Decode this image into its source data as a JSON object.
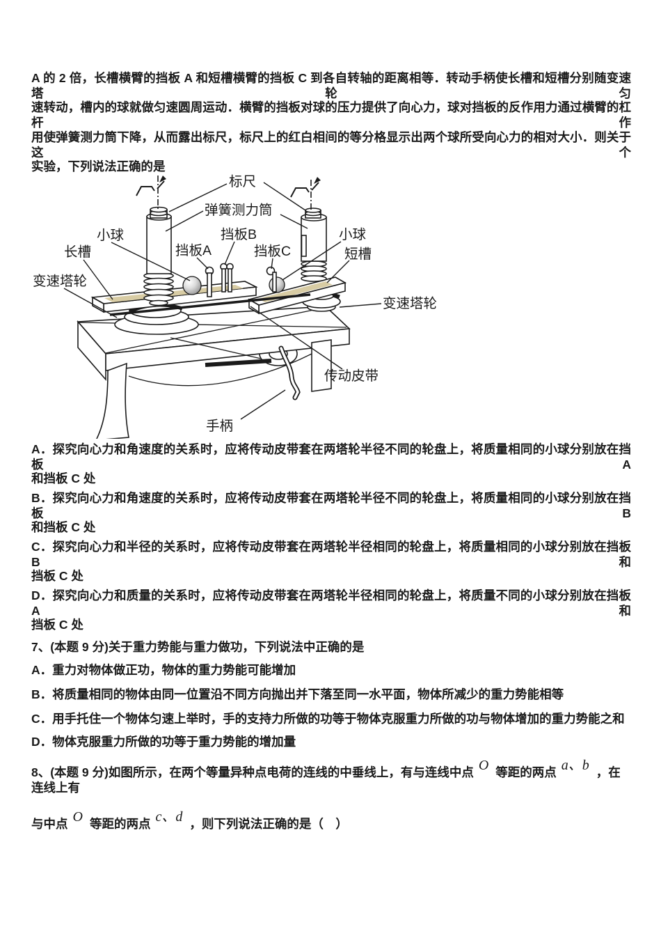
{
  "colors": {
    "ink": "#1a1a1a",
    "groove_stripe": "#d8cca4",
    "paper": "#ffffff"
  },
  "question6": {
    "intro_lines": [
      "A 的 2 倍，长槽横臂的挡板 A 和短槽横臂的挡板 C 到各自转轴的距离相等．转动手柄使长槽和短槽分别随变速塔轮匀",
      "速转动，槽内的球就做匀速圆周运动．横臂的挡板对球的压力提供了向心力，球对挡板的反作用力通过横臂的杠杆作",
      "用使弹簧测力筒下降，从而露出标尺，标尺上的红白相间的等分格显示出两个球所受向心力的相对大小．则关于这个",
      "实验，下列说法正确的是"
    ],
    "options": [
      {
        "first_line": "A．探究向心力和角速度的关系时，应将传动皮带套在两塔轮半径不同的轮盘上，将质量相同的小球分别放在挡板 A",
        "second_line": "和挡板 C 处"
      },
      {
        "first_line": "B．探究向心力和角速度的关系时，应将传动皮带套在两塔轮半径不同的轮盘上，将质量相同的小球分别放在挡板 B",
        "second_line": "和挡板 C 处"
      },
      {
        "first_line": "C．探究向心力和半径的关系时，应将传动皮带套在两塔轮半径相同的轮盘上，将质量相同的小球分别放在挡板 B 和",
        "second_line": "挡板 C 处"
      },
      {
        "first_line": "D．探究向心力和质量的关系时，应将传动皮带套在两塔轮半径相同的轮盘上，将质量不同的小球分别放在挡板 A 和",
        "second_line": "挡板 C 处"
      }
    ]
  },
  "diagram_labels": {
    "ruler": "标尺",
    "spring_tube": "弹簧测力筒",
    "ball_left": "小球",
    "ball_right": "小球",
    "baffle_a": "挡板A",
    "baffle_b": "挡板B",
    "baffle_c": "挡板C",
    "long_groove": "长槽",
    "short_groove": "短槽",
    "tower_wheel_left": "变速塔轮",
    "tower_wheel_right": "变速塔轮",
    "drive_belt": "传动皮带",
    "handle": "手柄"
  },
  "question7": {
    "stem": "7、(本题 9 分)关于重力势能与重力做功，下列说法中正确的是",
    "options": [
      "A．重力对物体做正功，物体的重力势能可能增加",
      "B．将质量相同的物体由同一位置沿不同方向抛出并下落至同一水平面，物体所减少的重力势能相等",
      "C．用手托住一个物体匀速上举时，手的支持力所做的功等于物体克服重力所做的功与物体增加的重力势能之和",
      "D．物体克服重力所做的功等于重力势能的增加量"
    ]
  },
  "question8": {
    "part1": "8、(本题 9 分)如图所示，在两个等量异种点电荷的连线的中垂线上，有与连线中点",
    "sup1": "O",
    "part2": "等距的两点",
    "sup2": "a、b",
    "part3": "，在连线上有",
    "part4": "与中点",
    "sup3": "O",
    "part5": "等距的两点",
    "sup4": "c、d",
    "part6": "，则下列说法正确的是（　）"
  }
}
